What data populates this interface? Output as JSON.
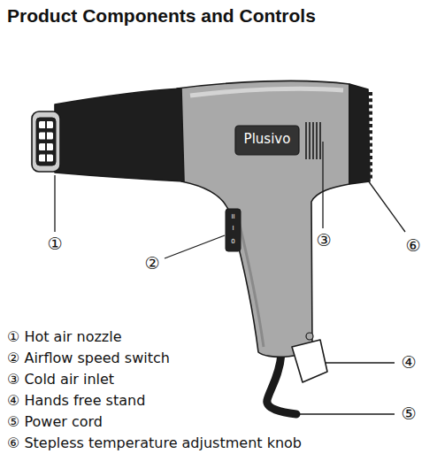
{
  "diagram": {
    "title": "Product Components and Controls",
    "labels": [
      "Plusivo",
      "II",
      "I",
      "0",
      "①",
      "②",
      "③",
      "⑥",
      "④",
      "⑤",
      "① Hot air nozzle",
      "② Airflow speed switch",
      "③ Cold air inlet",
      "④ Hands free stand",
      "⑤ Power cord",
      "⑥ Stepless temperature adjustment knob"
    ]
  }
}
